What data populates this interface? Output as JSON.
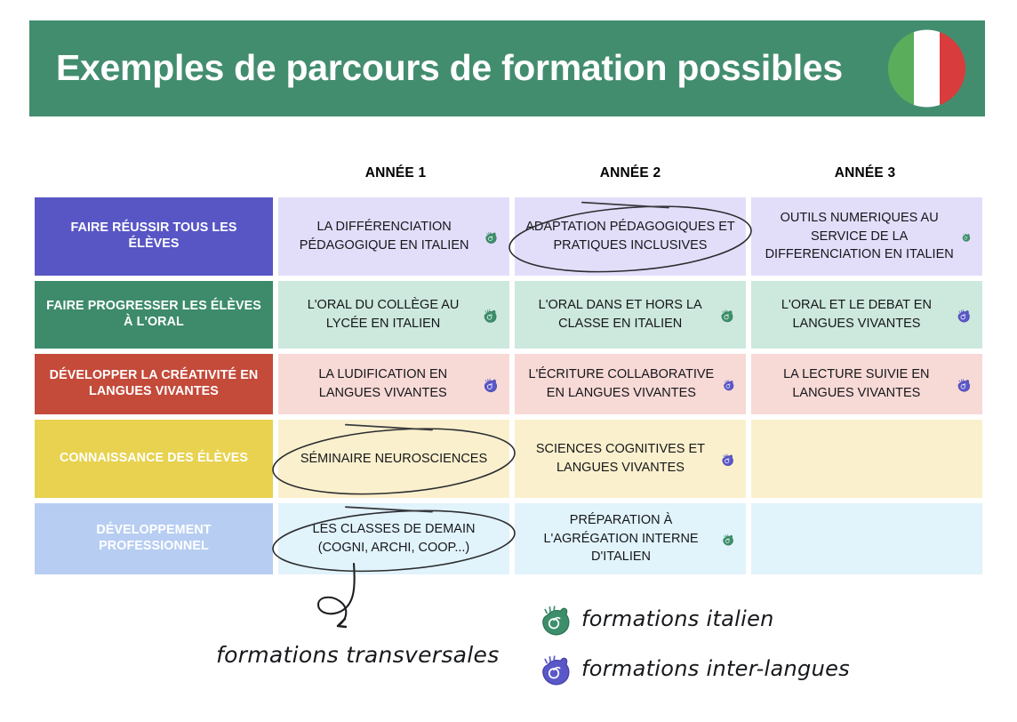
{
  "banner": {
    "title": "Exemples de parcours de formation possibles",
    "background_color": "#438d6f",
    "flag_icon": "italian-flag-icon",
    "flag_colors": [
      "#5aad5a",
      "#ffffff",
      "#d83c3c"
    ]
  },
  "columns": [
    {
      "label": "ANNÉE 1"
    },
    {
      "label": "ANNÉE 2"
    },
    {
      "label": "ANNÉE 3"
    }
  ],
  "legend": {
    "items": [
      {
        "icon": "green-hand-icon",
        "label": "formations italien",
        "color": "#3d8f6b"
      },
      {
        "icon": "purple-hand-icon",
        "label": "formations inter-langues",
        "color": "#5a58c8"
      }
    ]
  },
  "annotations": {
    "transversales_label": "formations transversales",
    "arrow_icon": "curved-arrow-icon"
  },
  "rows": [
    {
      "label": "FAIRE RÉUSSIR TOUS LES ÉLÈVES",
      "label_color": "#5856c5",
      "cell_color": "#e2defa",
      "cells": [
        {
          "text": "LA DIFFÉRENCIATION PÉDAGOGIQUE EN ITALIEN",
          "hand": "green",
          "circled": false
        },
        {
          "text": "ADAPTATION PÉDAGOGIQUES ET PRATIQUES INCLUSIVES",
          "hand": "none",
          "circled": true
        },
        {
          "text": "OUTILS NUMERIQUES AU SERVICE DE LA DIFFERENCIATION EN ITALIEN",
          "hand": "green",
          "circled": false
        }
      ]
    },
    {
      "label": "FAIRE PROGRESSER LES ÉLÈVES À L'ORAL",
      "label_color": "#3d8b6b",
      "cell_color": "#cde8dd",
      "cells": [
        {
          "text": "L'ORAL DU COLLÈGE AU LYCÉE EN ITALIEN",
          "hand": "green",
          "circled": false
        },
        {
          "text": "L'ORAL DANS ET HORS LA CLASSE EN ITALIEN",
          "hand": "green",
          "circled": false
        },
        {
          "text": "L'ORAL ET LE DEBAT EN LANGUES VIVANTES",
          "hand": "purple",
          "circled": false
        }
      ]
    },
    {
      "label": "DÉVELOPPER LA CRÉATIVITÉ EN LANGUES VIVANTES",
      "label_color": "#c44a3a",
      "cell_color": "#f7d9d6",
      "cells": [
        {
          "text": "LA LUDIFICATION EN LANGUES VIVANTES",
          "hand": "purple",
          "circled": false
        },
        {
          "text": "L'ÉCRITURE COLLABORATIVE EN LANGUES VIVANTES",
          "hand": "purple",
          "circled": false
        },
        {
          "text": "LA LECTURE SUIVIE EN LANGUES VIVANTES",
          "hand": "purple",
          "circled": false
        }
      ]
    },
    {
      "label": "CONNAISSANCE DES ÉLÈVES",
      "label_color": "#e8d24f",
      "cell_color": "#fbf0cd",
      "cells": [
        {
          "text": "SÉMINAIRE NEUROSCIENCES",
          "hand": "none",
          "circled": true
        },
        {
          "text": "SCIENCES COGNITIVES ET LANGUES VIVANTES",
          "hand": "purple",
          "circled": false
        },
        {
          "text": "",
          "hand": "none",
          "circled": false
        }
      ]
    },
    {
      "label": "DÉVELOPPEMENT PROFESSIONNEL",
      "label_color": "#b7cdf2",
      "cell_color": "#e1f3fb",
      "cells": [
        {
          "text": "LES CLASSES DE DEMAIN (COGNI, ARCHI, COOP...)",
          "hand": "none",
          "circled": true
        },
        {
          "text": "PRÉPARATION À L'AGRÉGATION INTERNE D'ITALIEN",
          "hand": "green",
          "circled": false
        },
        {
          "text": "",
          "hand": "none",
          "circled": false
        }
      ]
    }
  ]
}
